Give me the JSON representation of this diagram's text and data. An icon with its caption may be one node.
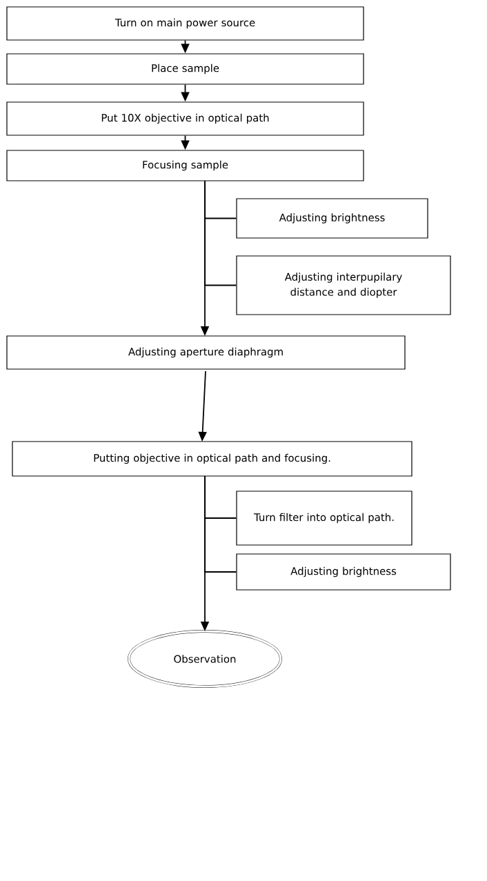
{
  "diagram": {
    "nodes": [
      {
        "text": [
          "Turn on main power source"
        ]
      },
      {
        "text": [
          "Place sample"
        ]
      },
      {
        "text": [
          "Put 10X objective in optical path"
        ]
      },
      {
        "text": [
          "Focusing sample"
        ]
      },
      {
        "text": [
          "Adjusting brightness"
        ]
      },
      {
        "text": [
          "Adjusting interpupilary distance and diopter"
        ]
      },
      {
        "text": [
          "Adjusting aperture diaphragm"
        ]
      },
      {
        "text": [
          "Putting objective in optical path and focusing."
        ]
      },
      {
        "text": [
          "Turn filter into optical path."
        ]
      },
      {
        "text": [
          "Adjusting brightness"
        ]
      },
      {
        "text": [
          "Observation"
        ]
      }
    ],
    "edges": [
      {
        "from": 0,
        "to": 1,
        "arrow": "to"
      },
      {
        "from": 1,
        "to": 2,
        "arrow": "to"
      },
      {
        "from": 2,
        "to": 3,
        "arrow": "to"
      },
      {
        "from": 3,
        "to": 4,
        "arrow": "none"
      },
      {
        "from": 3,
        "to": 5,
        "arrow": "none"
      },
      {
        "from": 3,
        "to": 6,
        "arrow": "to"
      },
      {
        "from": 6,
        "to": 7,
        "arrow": "to"
      },
      {
        "from": 7,
        "to": 8,
        "arrow": "none"
      },
      {
        "from": 7,
        "to": 9,
        "arrow": "none"
      },
      {
        "from": 7,
        "to": 10,
        "arrow": "to"
      }
    ]
  }
}
